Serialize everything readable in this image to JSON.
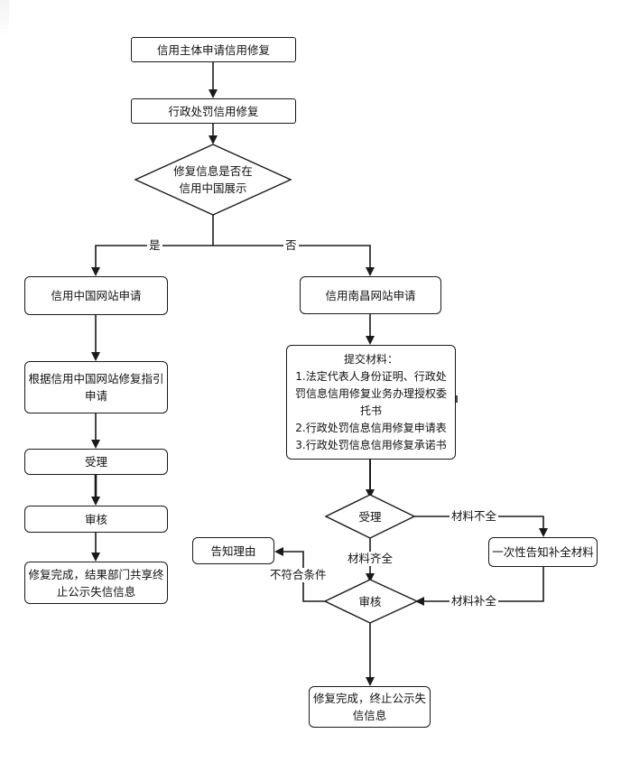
{
  "nodes": {
    "n1": "信用主体申请信用修复",
    "n2": "行政处罚信用修复",
    "decision1_line1": "修复信息是否在",
    "decision1_line2": "信用中国展示",
    "left1": "信用中国网站申请",
    "left2": "根据信用中国网站修复指引\n申请",
    "left3": "受理",
    "left4": "审核",
    "left5": "修复完成，结果部门共享终\n止公示失信信息",
    "right1": "信用南昌网站申请",
    "materials": "提交材料：\n1.法定代表人身份证明、行政处\n罚信息信用修复业务办理授权委\n托书\n2.行政处罚信息信用修复申请表\n3.行政处罚信息信用修复承诺书",
    "decision2": "受理",
    "notify_reason": "告知理由",
    "one_time_notice": "一次性告知补全材料",
    "decision3": "审核",
    "final": "修复完成，终止公示失\n信信息"
  },
  "edge_labels": {
    "yes": "是",
    "no": "否",
    "incomplete": "材料不全",
    "complete": "材料齐全",
    "not_meet": "不符合条件",
    "supplemented": "材料补全"
  },
  "colors": {
    "stroke": "#1a1a1a",
    "fill": "#ffffff",
    "text": "#111111"
  }
}
